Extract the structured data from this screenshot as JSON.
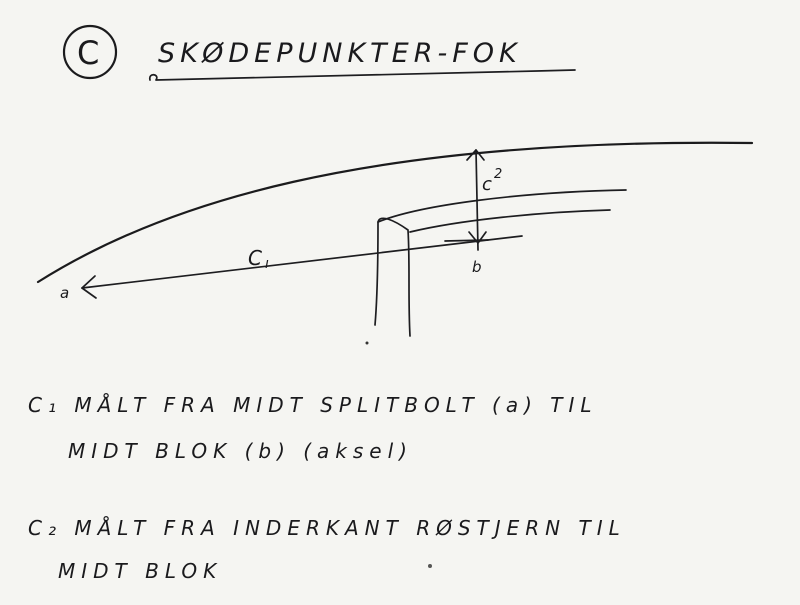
{
  "title": {
    "circle_letter": "C",
    "heading": "SKØDEPUNKTER-FOK"
  },
  "diagram": {
    "labels": {
      "point_a": "a",
      "point_b": "b",
      "c1": "C",
      "c1_sub": "ı",
      "c2": "c",
      "c2_sup": "2"
    }
  },
  "notes": {
    "c1_line1": "C₁ MÅLT  FRA  MIDT  SPLITBOLT  (a)  TIL",
    "c1_line2": "MIDT  BLOK  (b)  (aksel)",
    "c2_line1": "C₂ MÅLT  FRA  INDERKANT  RØSTJERN  TIL",
    "c2_line2": "MIDT  BLOK"
  }
}
